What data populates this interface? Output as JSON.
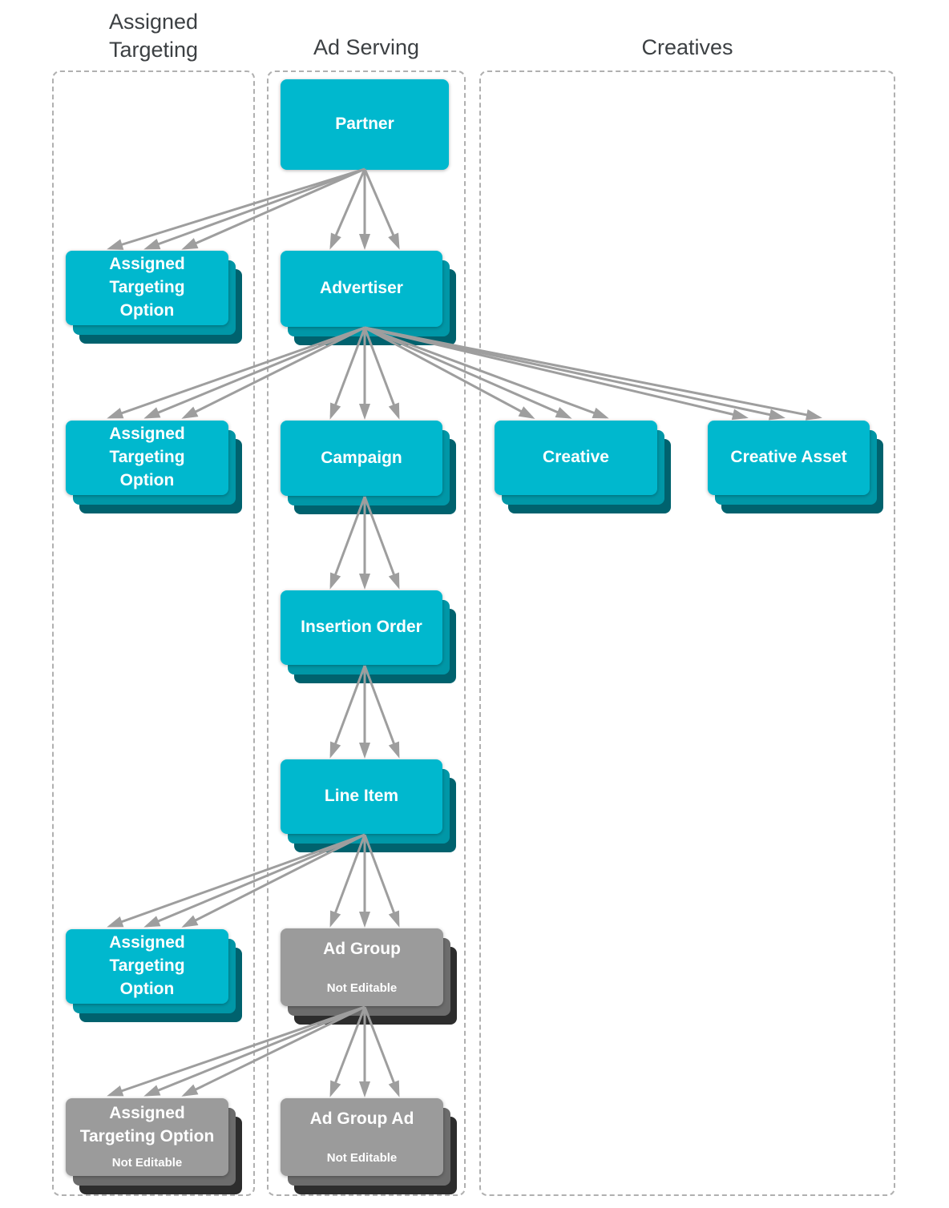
{
  "colors": {
    "node_cyan": "#00B8CE",
    "node_cyan_mid": "#0097A7",
    "node_cyan_back": "#00626E",
    "node_gray": "#9B9B9B",
    "node_gray_mid": "#6C6C6C",
    "node_gray_back": "#2D2D2D",
    "arrow": "#9E9E9E",
    "column_border": "#B0B0B0",
    "header_text": "#3C4043",
    "node_text": "#FFFFFF"
  },
  "columns": {
    "assigned_targeting": {
      "title_lines": [
        "Assigned",
        "Targeting"
      ]
    },
    "ad_serving": {
      "title": "Ad Serving"
    },
    "creatives": {
      "title": "Creatives"
    }
  },
  "nodes": {
    "partner": {
      "label": "Partner"
    },
    "advertiser": {
      "label": "Advertiser"
    },
    "campaign": {
      "label": "Campaign"
    },
    "insertion_order": {
      "label": "Insertion Order"
    },
    "line_item": {
      "label": "Line Item"
    },
    "creative": {
      "label": "Creative"
    },
    "creative_asset": {
      "label": "Creative Asset"
    },
    "ato_partner": {
      "lines": [
        "Assigned",
        "Targeting",
        "Option"
      ]
    },
    "ato_advertiser": {
      "lines": [
        "Assigned",
        "Targeting",
        "Option"
      ]
    },
    "ato_line_item": {
      "lines": [
        "Assigned",
        "Targeting",
        "Option"
      ]
    },
    "ad_group": {
      "label": "Ad Group",
      "sublabel": "Not Editable"
    },
    "ad_group_ad": {
      "label": "Ad Group Ad",
      "sublabel": "Not Editable"
    },
    "ato_ad_group": {
      "lines": [
        "Assigned",
        "Targeting Option"
      ],
      "sublabel": "Not Editable"
    }
  }
}
